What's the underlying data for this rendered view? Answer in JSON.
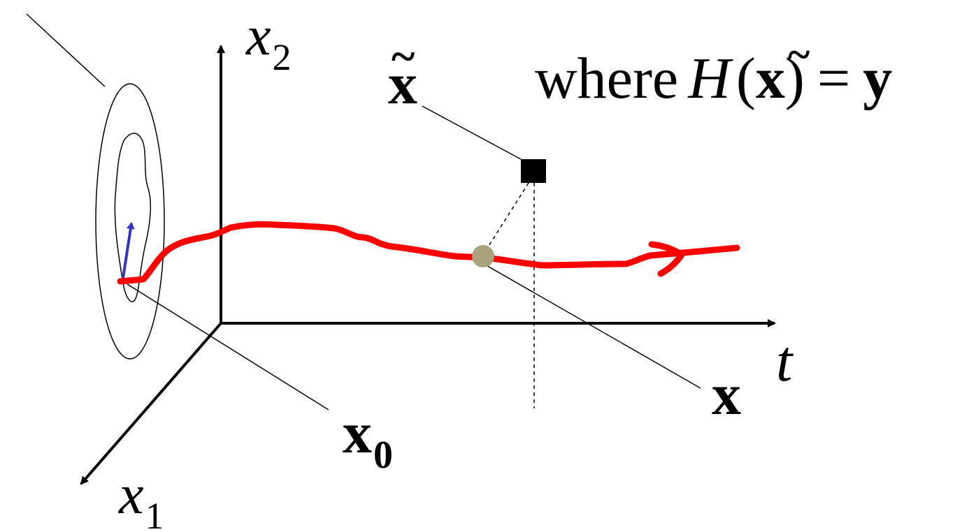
{
  "axes": {
    "x2": {
      "base": "x",
      "sub": "2"
    },
    "x1": {
      "base": "x",
      "sub": "1"
    },
    "t": "t"
  },
  "labels": {
    "x_tilde": "x",
    "tilde_mark": "~",
    "x0": {
      "base": "x",
      "sub": "0"
    },
    "x": "x"
  },
  "equation": {
    "where": "where",
    "H": "H",
    "open_paren": "(",
    "x_tilde": "x",
    "tilde_mark": "~",
    "close_paren": ")",
    "equals": "=",
    "y": "y"
  },
  "colors": {
    "trajectory": "#ff0000",
    "perturbation_arrow": "#3333cc",
    "observation_point": "#000000",
    "state_point": "#a8a37c",
    "axes": "#000000"
  }
}
